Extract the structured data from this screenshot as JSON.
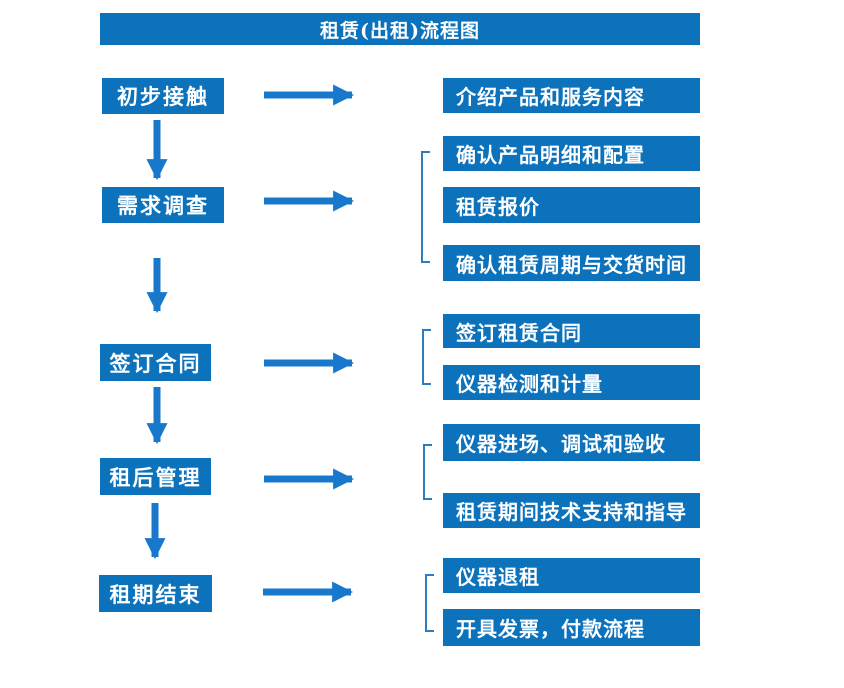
{
  "title": "租赁(出租)流程图",
  "steps": [
    {
      "label": "初步接触",
      "details": [
        "介绍产品和服务内容"
      ]
    },
    {
      "label": "需求调查",
      "details": [
        "确认产品明细和配置",
        "租赁报价",
        "确认租赁周期与交货时间"
      ]
    },
    {
      "label": "签订合同",
      "details": [
        "签订租赁合同",
        "仪器检测和计量"
      ]
    },
    {
      "label": "租后管理",
      "details": [
        "仪器进场、调试和验收",
        "租赁期间技术支持和指导"
      ]
    },
    {
      "label": "租期结束",
      "details": [
        "仪器退租",
        "开具发票，付款流程"
      ]
    }
  ],
  "colors": {
    "box_blue": "#0d72bc",
    "arrow_blue": "#1878cc",
    "bracket_blue": "#2e7bbf",
    "text_white": "#ffffff",
    "background": "#ffffff"
  }
}
